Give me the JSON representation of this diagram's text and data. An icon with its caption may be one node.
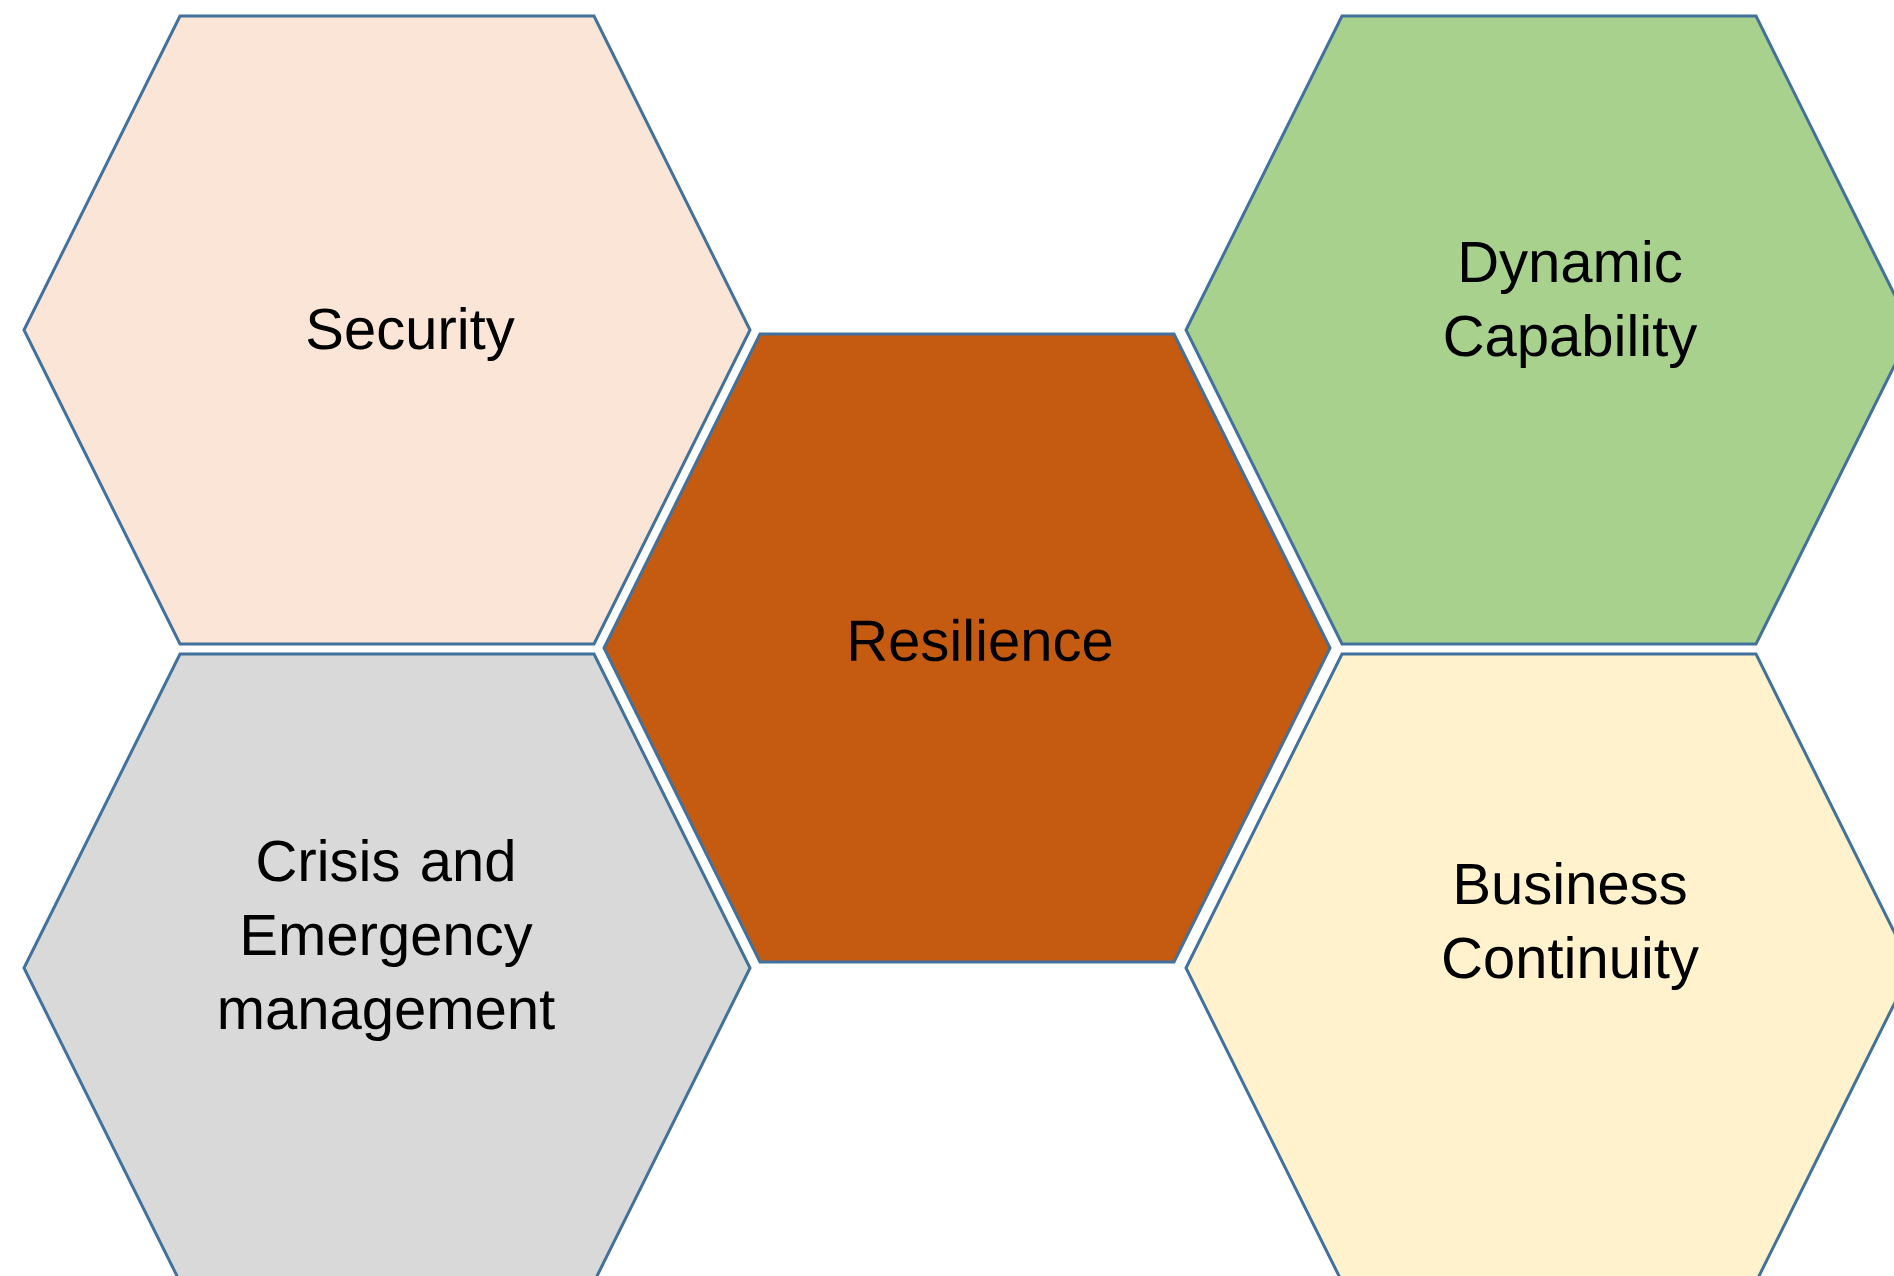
{
  "diagram": {
    "nodes": [
      {
        "text": [
          "Security"
        ]
      },
      {
        "text": [
          "Dynamic Capability"
        ]
      },
      {
        "text": [
          "Resilience"
        ]
      },
      {
        "text": [
          "Crisis and Emergency management"
        ]
      },
      {
        "text": [
          "Business Continuity"
        ]
      }
    ]
  }
}
